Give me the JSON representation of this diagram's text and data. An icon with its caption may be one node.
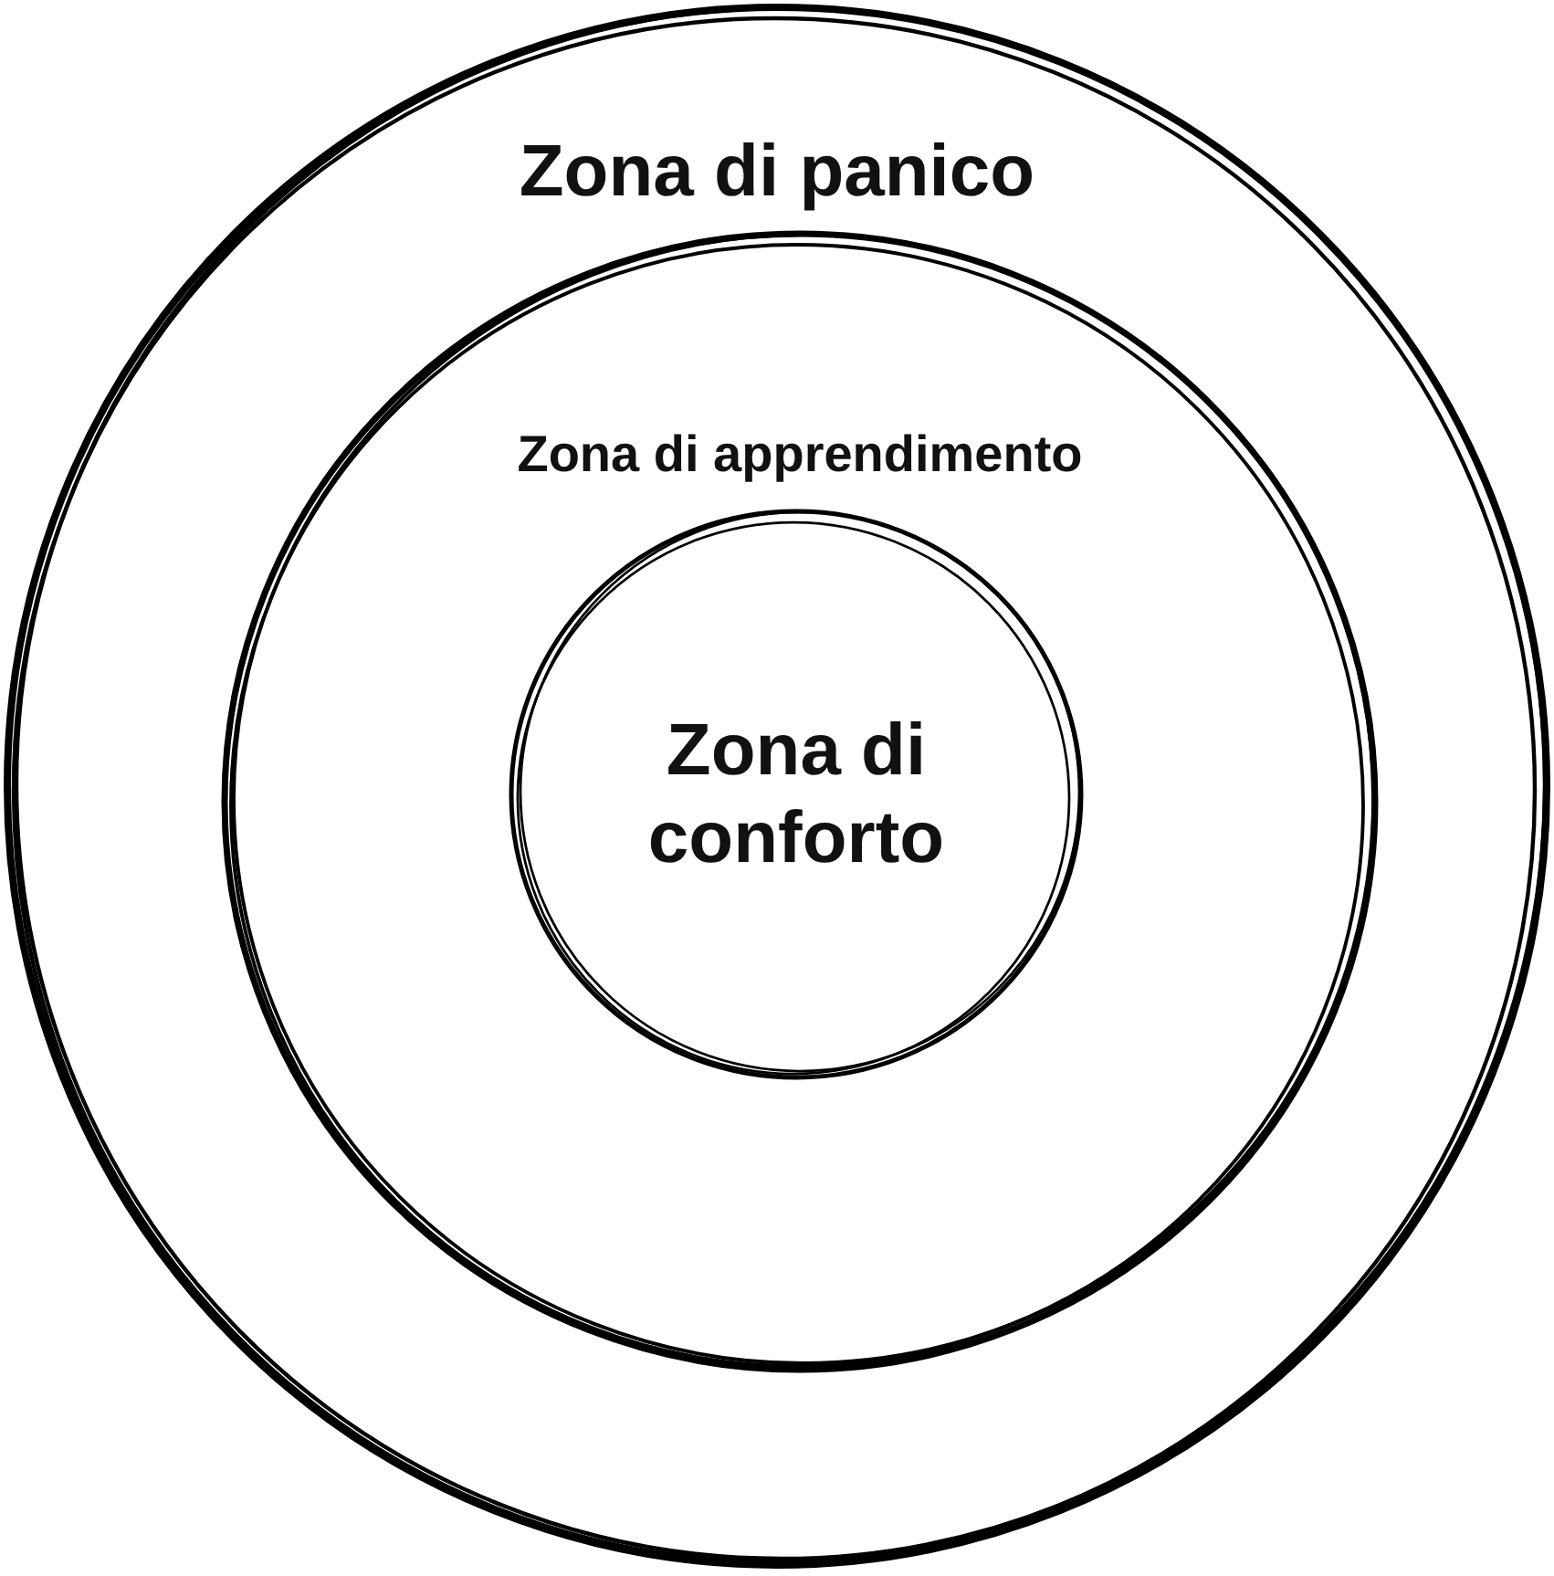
{
  "diagram": {
    "nodes": [
      {
        "text": [
          "Zona di panico"
        ]
      },
      {
        "text": [
          "Zona di apprendimento"
        ],
        "in": 0
      },
      {
        "text": [
          "Zona di conforto"
        ],
        "in": 1
      }
    ]
  }
}
